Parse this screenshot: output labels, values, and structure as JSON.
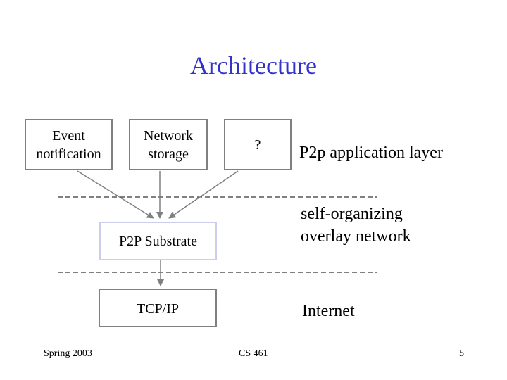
{
  "slide": {
    "title": "Architecture",
    "colors": {
      "title": "#3333cc",
      "box_border": "#808080",
      "substrate_border": "#ccccee",
      "arrow": "#808080",
      "divider": "#000000"
    },
    "apps": [
      {
        "line1": "Event",
        "line2": "notification"
      },
      {
        "line1": "Network",
        "line2": "storage"
      },
      {
        "line1": "?",
        "line2": ""
      }
    ],
    "substrate_label": "P2P Substrate",
    "transport_label": "TCP/IP",
    "layers": {
      "application": "P2p application layer",
      "overlay_line1": "self-organizing",
      "overlay_line2": "overlay network",
      "internet": "Internet"
    },
    "footer": {
      "left": "Spring 2003",
      "center": "CS 461",
      "right": "5"
    }
  }
}
